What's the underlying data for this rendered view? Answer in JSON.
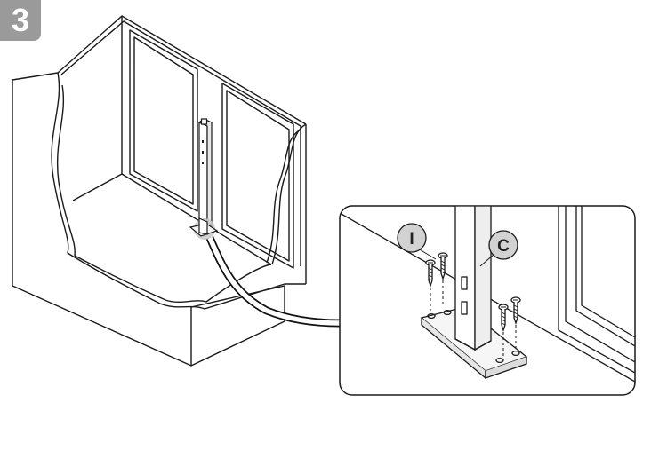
{
  "step": {
    "number": "3"
  },
  "callouts": {
    "screw": {
      "label": "I"
    },
    "post": {
      "label": "C"
    }
  },
  "colors": {
    "line": "#1a1a1a",
    "badge_bg": "#9a9a9a",
    "callout_fill": "#d2d2d2",
    "highlight": "#c8c8c8",
    "connector": "#111111"
  },
  "icons": {
    "post": "metal-post-icon",
    "screw": "wood-screw-icon",
    "plate": "base-plate-icon"
  }
}
